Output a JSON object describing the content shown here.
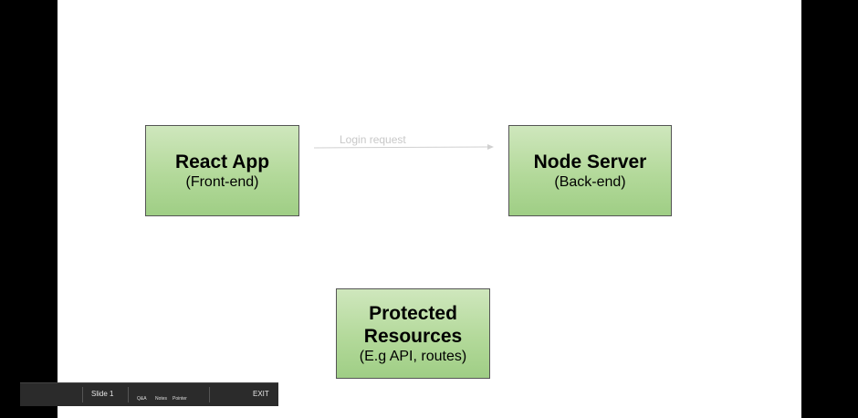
{
  "diagram": {
    "react_box": {
      "title": "React App",
      "subtitle": "(Front-end)"
    },
    "node_box": {
      "title": "Node Server",
      "subtitle": "(Back-end)"
    },
    "protected_box": {
      "title_line1": "Protected",
      "title_line2": "Resources",
      "subtitle": "(E.g API, routes)"
    },
    "arrow_label": "Login request"
  },
  "toolbar": {
    "slide_label": "Slide 1",
    "qa_label": "Q&A",
    "notes_label": "Notes",
    "pointer_label": "Pointer",
    "exit_label": "EXIT"
  },
  "colors": {
    "box_fill": "#b3d99a",
    "box_border": "#555555",
    "arrow": "#d0d0d0",
    "toolbar_bg": "#2b2b2b"
  }
}
